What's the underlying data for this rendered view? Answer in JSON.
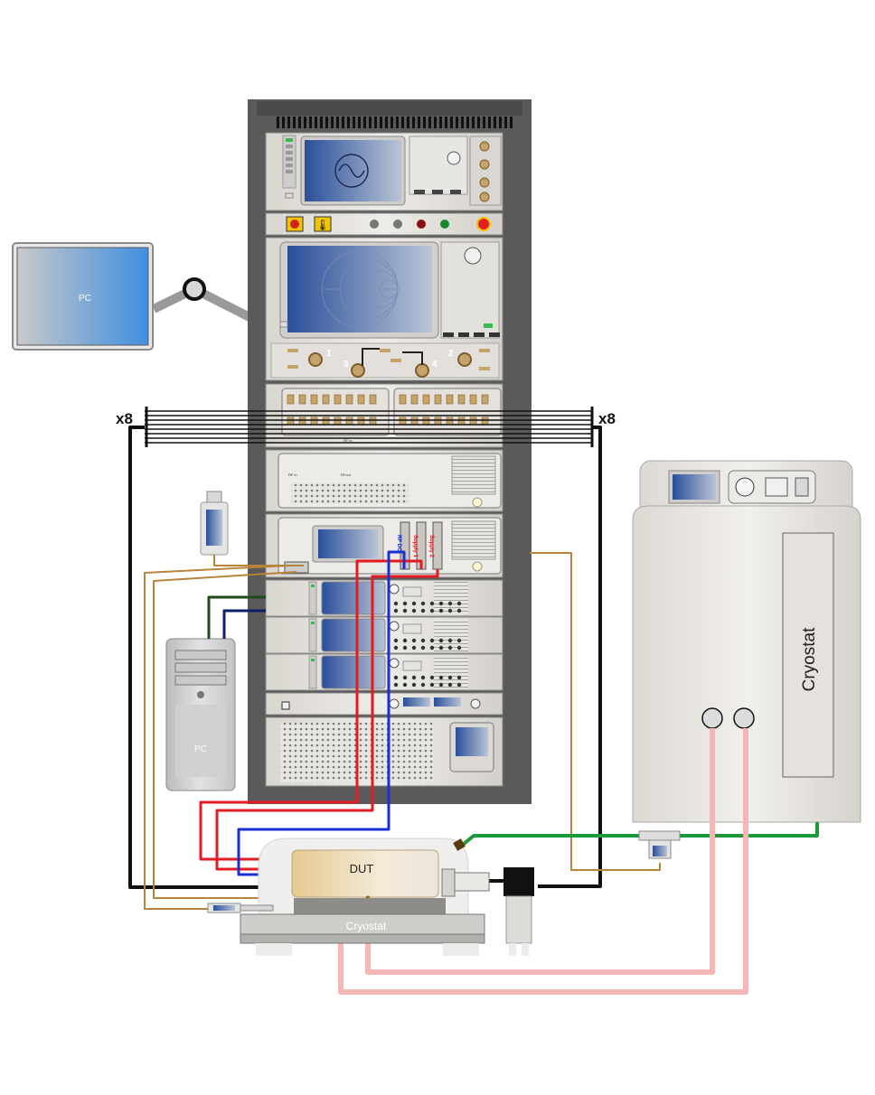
{
  "pc_monitor": {
    "label": "PC"
  },
  "pc_tower": {
    "label": "PC"
  },
  "multiplicity": {
    "left": "x8",
    "right": "x8"
  },
  "vna_ports": {
    "p1": "1",
    "p2": "2",
    "p3": "3",
    "p4": "4"
  },
  "switch_labels": {
    "rf_in": "RF in",
    "rf_in2": "RF in",
    "rf_out": "RFout"
  },
  "supply_labels": {
    "rf_dc": "RF DC",
    "supply1": "Supply 1",
    "supply2": "Supply 2"
  },
  "dut": {
    "label": "DUT"
  },
  "cryostat_chamber": {
    "label": "Cryostat"
  },
  "cryostat_stage": {
    "label": "Cryostat"
  },
  "colors": {
    "cable_black": "#111111",
    "cable_brown": "#b8843a",
    "cable_red": "#e31b23",
    "cable_blue": "#1b2fd6",
    "cable_green": "#1a9a3a",
    "cable_pink": "#f7b6b6",
    "cable_darkgreen": "#1f4a1a",
    "cable_navy": "#0d1f66",
    "rack": "#5a5a5a",
    "screen_blue": "#3f7ed0"
  }
}
